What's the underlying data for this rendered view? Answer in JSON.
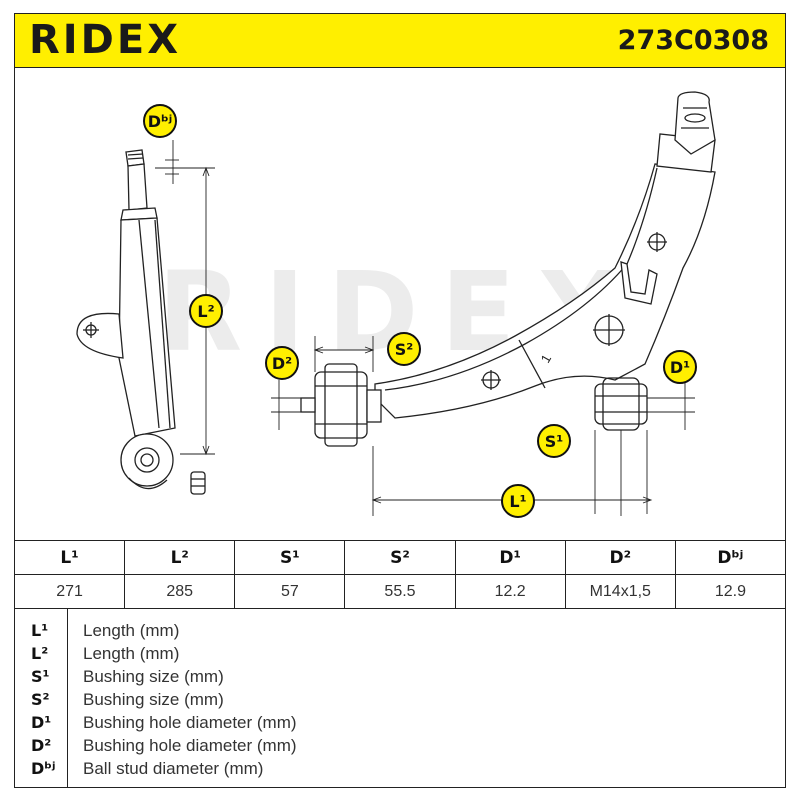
{
  "header": {
    "brand": "RIDEX",
    "part_number": "273C0308"
  },
  "watermark": "RIDEX",
  "colors": {
    "brand_yellow": "#ffef00",
    "watermark_gray": "#ececec",
    "line": "#222222"
  },
  "badges": {
    "dbj": "Dᵇʲ",
    "l2": "L²",
    "d2": "D²",
    "s2": "S²",
    "d1": "D¹",
    "s1": "S¹",
    "l1": "L¹"
  },
  "arm_marking": "1",
  "table": {
    "headers": [
      "L¹",
      "L²",
      "S¹",
      "S²",
      "D¹",
      "D²",
      "Dᵇʲ"
    ],
    "values": [
      "271",
      "285",
      "57",
      "55.5",
      "12.2",
      "M14x1,5",
      "12.9"
    ]
  },
  "legend": [
    {
      "code": "L¹",
      "desc": "Length (mm)"
    },
    {
      "code": "L²",
      "desc": "Length (mm)"
    },
    {
      "code": "S¹",
      "desc": "Bushing size (mm)"
    },
    {
      "code": "S²",
      "desc": "Bushing size (mm)"
    },
    {
      "code": "D¹",
      "desc": "Bushing hole diameter (mm)"
    },
    {
      "code": "D²",
      "desc": "Bushing hole diameter (mm)"
    },
    {
      "code": "Dᵇʲ",
      "desc": "Ball stud diameter (mm)"
    }
  ]
}
